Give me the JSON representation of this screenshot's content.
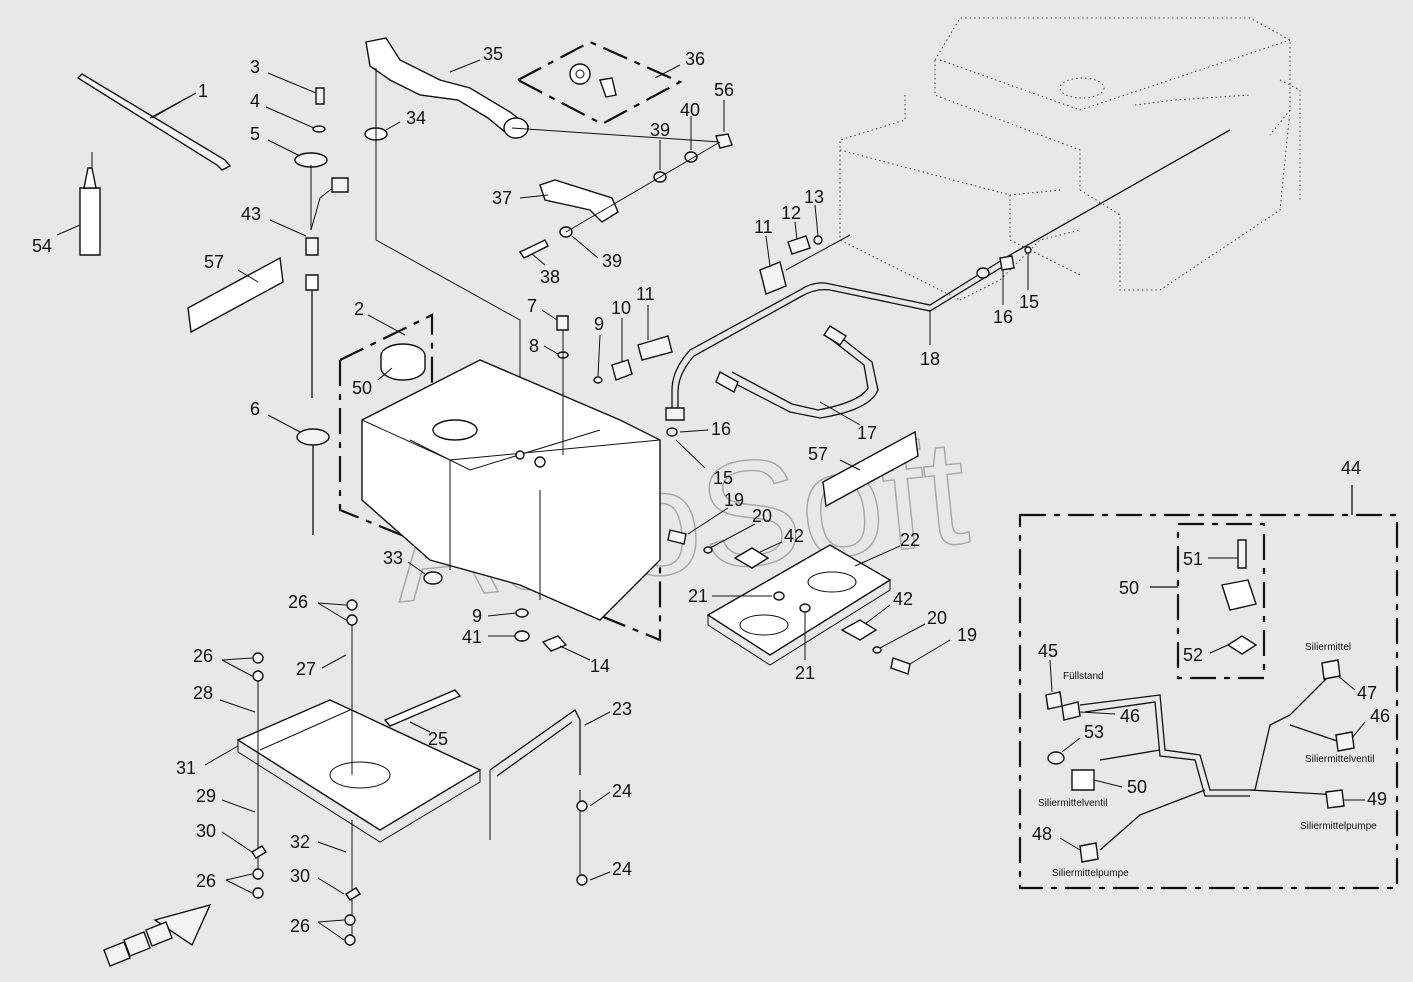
{
  "watermark": "AutoSoft",
  "colors": {
    "background": "#e8e8e8",
    "lines": "#111111"
  },
  "labels": [
    {
      "id": "1",
      "text": "1"
    },
    {
      "id": "54",
      "text": "54"
    },
    {
      "id": "3",
      "text": "3"
    },
    {
      "id": "4",
      "text": "4"
    },
    {
      "id": "5",
      "text": "5"
    },
    {
      "id": "43",
      "text": "43"
    },
    {
      "id": "57a",
      "text": "57"
    },
    {
      "id": "6",
      "text": "6"
    },
    {
      "id": "35",
      "text": "35"
    },
    {
      "id": "34",
      "text": "34"
    },
    {
      "id": "36",
      "text": "36"
    },
    {
      "id": "39a",
      "text": "39"
    },
    {
      "id": "40",
      "text": "40"
    },
    {
      "id": "56",
      "text": "56"
    },
    {
      "id": "37",
      "text": "37"
    },
    {
      "id": "38",
      "text": "38"
    },
    {
      "id": "39b",
      "text": "39"
    },
    {
      "id": "2",
      "text": "2"
    },
    {
      "id": "50a",
      "text": "50"
    },
    {
      "id": "7",
      "text": "7"
    },
    {
      "id": "8",
      "text": "8"
    },
    {
      "id": "9a",
      "text": "9"
    },
    {
      "id": "10",
      "text": "10"
    },
    {
      "id": "11a",
      "text": "11"
    },
    {
      "id": "11b",
      "text": "11"
    },
    {
      "id": "12",
      "text": "12"
    },
    {
      "id": "13",
      "text": "13"
    },
    {
      "id": "16a",
      "text": "16"
    },
    {
      "id": "15a",
      "text": "15"
    },
    {
      "id": "18",
      "text": "18"
    },
    {
      "id": "16b",
      "text": "16"
    },
    {
      "id": "15b",
      "text": "15"
    },
    {
      "id": "17",
      "text": "17"
    },
    {
      "id": "57b",
      "text": "57"
    },
    {
      "id": "19a",
      "text": "19"
    },
    {
      "id": "20a",
      "text": "20"
    },
    {
      "id": "42a",
      "text": "42"
    },
    {
      "id": "22",
      "text": "22"
    },
    {
      "id": "21a",
      "text": "21"
    },
    {
      "id": "33",
      "text": "33"
    },
    {
      "id": "9b",
      "text": "9"
    },
    {
      "id": "41",
      "text": "41"
    },
    {
      "id": "14",
      "text": "14"
    },
    {
      "id": "42b",
      "text": "42"
    },
    {
      "id": "20b",
      "text": "20"
    },
    {
      "id": "19b",
      "text": "19"
    },
    {
      "id": "21b",
      "text": "21"
    },
    {
      "id": "26a",
      "text": "26"
    },
    {
      "id": "27",
      "text": "27"
    },
    {
      "id": "26b",
      "text": "26"
    },
    {
      "id": "28",
      "text": "28"
    },
    {
      "id": "31",
      "text": "31"
    },
    {
      "id": "25",
      "text": "25"
    },
    {
      "id": "23",
      "text": "23"
    },
    {
      "id": "24a",
      "text": "24"
    },
    {
      "id": "29",
      "text": "29"
    },
    {
      "id": "30a",
      "text": "30"
    },
    {
      "id": "32",
      "text": "32"
    },
    {
      "id": "24b",
      "text": "24"
    },
    {
      "id": "26c",
      "text": "26"
    },
    {
      "id": "30b",
      "text": "30"
    },
    {
      "id": "26d",
      "text": "26"
    },
    {
      "id": "44",
      "text": "44"
    },
    {
      "id": "51",
      "text": "51"
    },
    {
      "id": "50b",
      "text": "50"
    },
    {
      "id": "52",
      "text": "52"
    },
    {
      "id": "45",
      "text": "45"
    },
    {
      "id": "46a",
      "text": "46"
    },
    {
      "id": "53",
      "text": "53"
    },
    {
      "id": "50c",
      "text": "50"
    },
    {
      "id": "48",
      "text": "48"
    },
    {
      "id": "47",
      "text": "47"
    },
    {
      "id": "46b",
      "text": "46"
    },
    {
      "id": "49",
      "text": "49"
    }
  ],
  "captions": {
    "fuellstand": "Füllstand",
    "siliermittel": "Siliermittel",
    "siliermittelventil_right": "Siliermittelventil",
    "siliermittelventil_left": "Siliermittelventil",
    "siliermittelpumpe_right": "Siliermittelpumpe",
    "siliermittelpumpe_left": "Siliermittelpumpe"
  }
}
